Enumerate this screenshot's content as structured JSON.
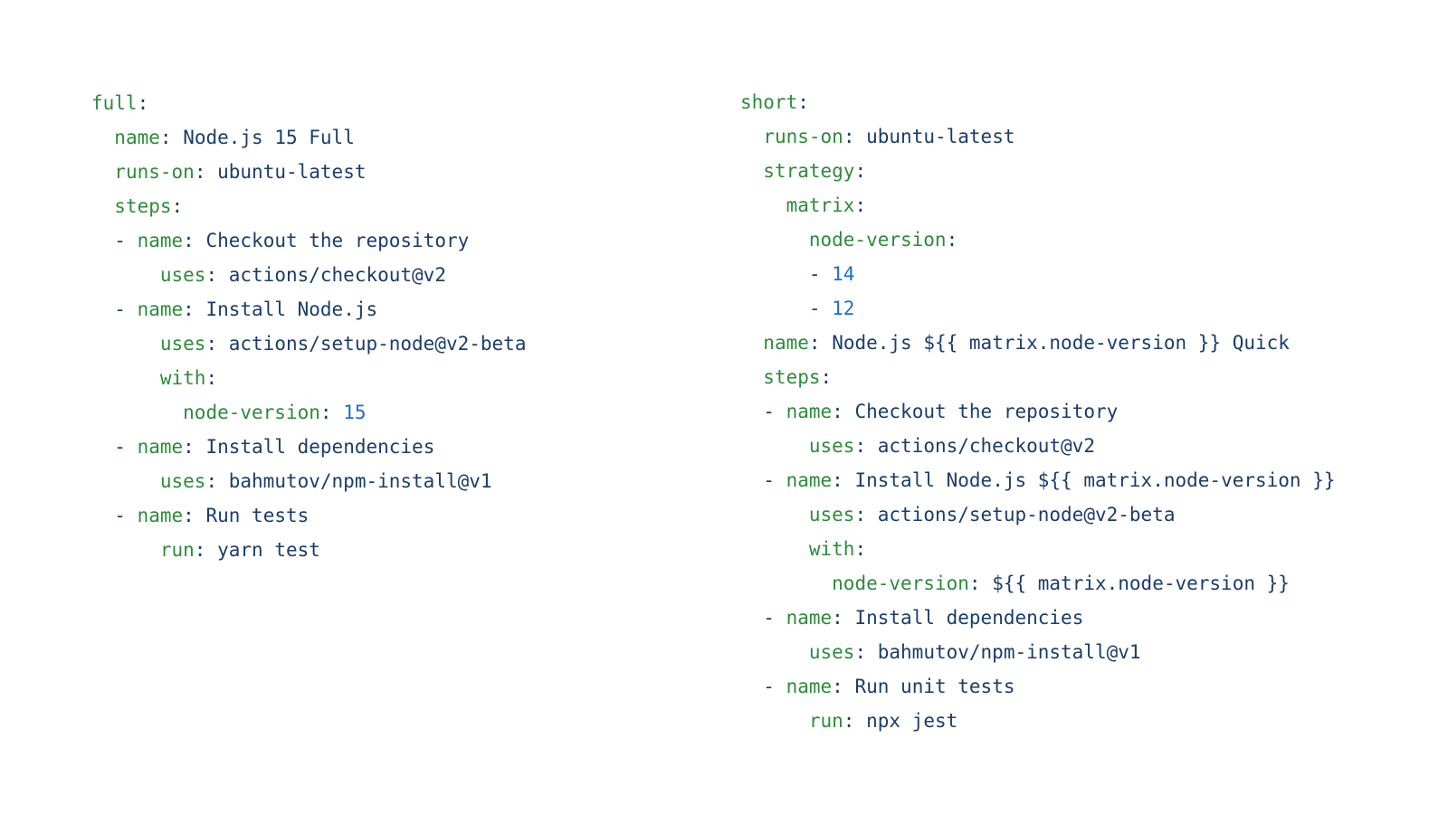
{
  "colors": {
    "key": "#2e8b3a",
    "value": "#1a3d6b",
    "number": "#1f6fc9"
  },
  "left": {
    "lines": [
      {
        "indent": 0,
        "dash": false,
        "key": "full",
        "value": "",
        "num": ""
      },
      {
        "indent": 1,
        "dash": false,
        "key": "name",
        "value": "Node.js 15 Full",
        "num": ""
      },
      {
        "indent": 1,
        "dash": false,
        "key": "runs-on",
        "value": "ubuntu-latest",
        "num": ""
      },
      {
        "indent": 1,
        "dash": false,
        "key": "steps",
        "value": "",
        "num": ""
      },
      {
        "indent": 2,
        "dash": true,
        "key": "name",
        "value": "Checkout the repository",
        "num": ""
      },
      {
        "indent": 3,
        "dash": false,
        "key": "uses",
        "value": "actions/checkout@v2",
        "num": ""
      },
      {
        "indent": 2,
        "dash": true,
        "key": "name",
        "value": "Install Node.js",
        "num": ""
      },
      {
        "indent": 3,
        "dash": false,
        "key": "uses",
        "value": "actions/setup-node@v2-beta",
        "num": ""
      },
      {
        "indent": 3,
        "dash": false,
        "key": "with",
        "value": "",
        "num": ""
      },
      {
        "indent": 4,
        "dash": false,
        "key": "node-version",
        "value": "",
        "num": "15"
      },
      {
        "indent": 2,
        "dash": true,
        "key": "name",
        "value": "Install dependencies",
        "num": ""
      },
      {
        "indent": 3,
        "dash": false,
        "key": "uses",
        "value": "bahmutov/npm-install@v1",
        "num": ""
      },
      {
        "indent": 2,
        "dash": true,
        "key": "name",
        "value": "Run tests",
        "num": ""
      },
      {
        "indent": 3,
        "dash": false,
        "key": "run",
        "value": "yarn test",
        "num": ""
      }
    ]
  },
  "right": {
    "lines": [
      {
        "indent": 0,
        "dash": false,
        "key": "short",
        "value": "",
        "num": ""
      },
      {
        "indent": 1,
        "dash": false,
        "key": "runs-on",
        "value": "ubuntu-latest",
        "num": ""
      },
      {
        "indent": 1,
        "dash": false,
        "key": "strategy",
        "value": "",
        "num": ""
      },
      {
        "indent": 2,
        "dash": false,
        "key": "matrix",
        "value": "",
        "num": ""
      },
      {
        "indent": 3,
        "dash": false,
        "key": "node-version",
        "value": "",
        "num": ""
      },
      {
        "indent": 4,
        "dash": true,
        "key": "",
        "value": "",
        "num": "14"
      },
      {
        "indent": 4,
        "dash": true,
        "key": "",
        "value": "",
        "num": "12"
      },
      {
        "indent": 1,
        "dash": false,
        "key": "name",
        "value": "Node.js ${{ matrix.node-version }} Quick",
        "num": ""
      },
      {
        "indent": 1,
        "dash": false,
        "key": "steps",
        "value": "",
        "num": ""
      },
      {
        "indent": 2,
        "dash": true,
        "key": "name",
        "value": "Checkout the repository",
        "num": ""
      },
      {
        "indent": 3,
        "dash": false,
        "key": "uses",
        "value": "actions/checkout@v2",
        "num": ""
      },
      {
        "indent": 2,
        "dash": true,
        "key": "name",
        "value": "Install Node.js ${{ matrix.node-version }}",
        "num": ""
      },
      {
        "indent": 3,
        "dash": false,
        "key": "uses",
        "value": "actions/setup-node@v2-beta",
        "num": ""
      },
      {
        "indent": 3,
        "dash": false,
        "key": "with",
        "value": "",
        "num": ""
      },
      {
        "indent": 4,
        "dash": false,
        "key": "node-version",
        "value": "${{ matrix.node-version }}",
        "num": ""
      },
      {
        "indent": 2,
        "dash": true,
        "key": "name",
        "value": "Install dependencies",
        "num": ""
      },
      {
        "indent": 3,
        "dash": false,
        "key": "uses",
        "value": "bahmutov/npm-install@v1",
        "num": ""
      },
      {
        "indent": 2,
        "dash": true,
        "key": "name",
        "value": "Run unit tests",
        "num": ""
      },
      {
        "indent": 3,
        "dash": false,
        "key": "run",
        "value": "npx jest",
        "num": ""
      }
    ]
  }
}
